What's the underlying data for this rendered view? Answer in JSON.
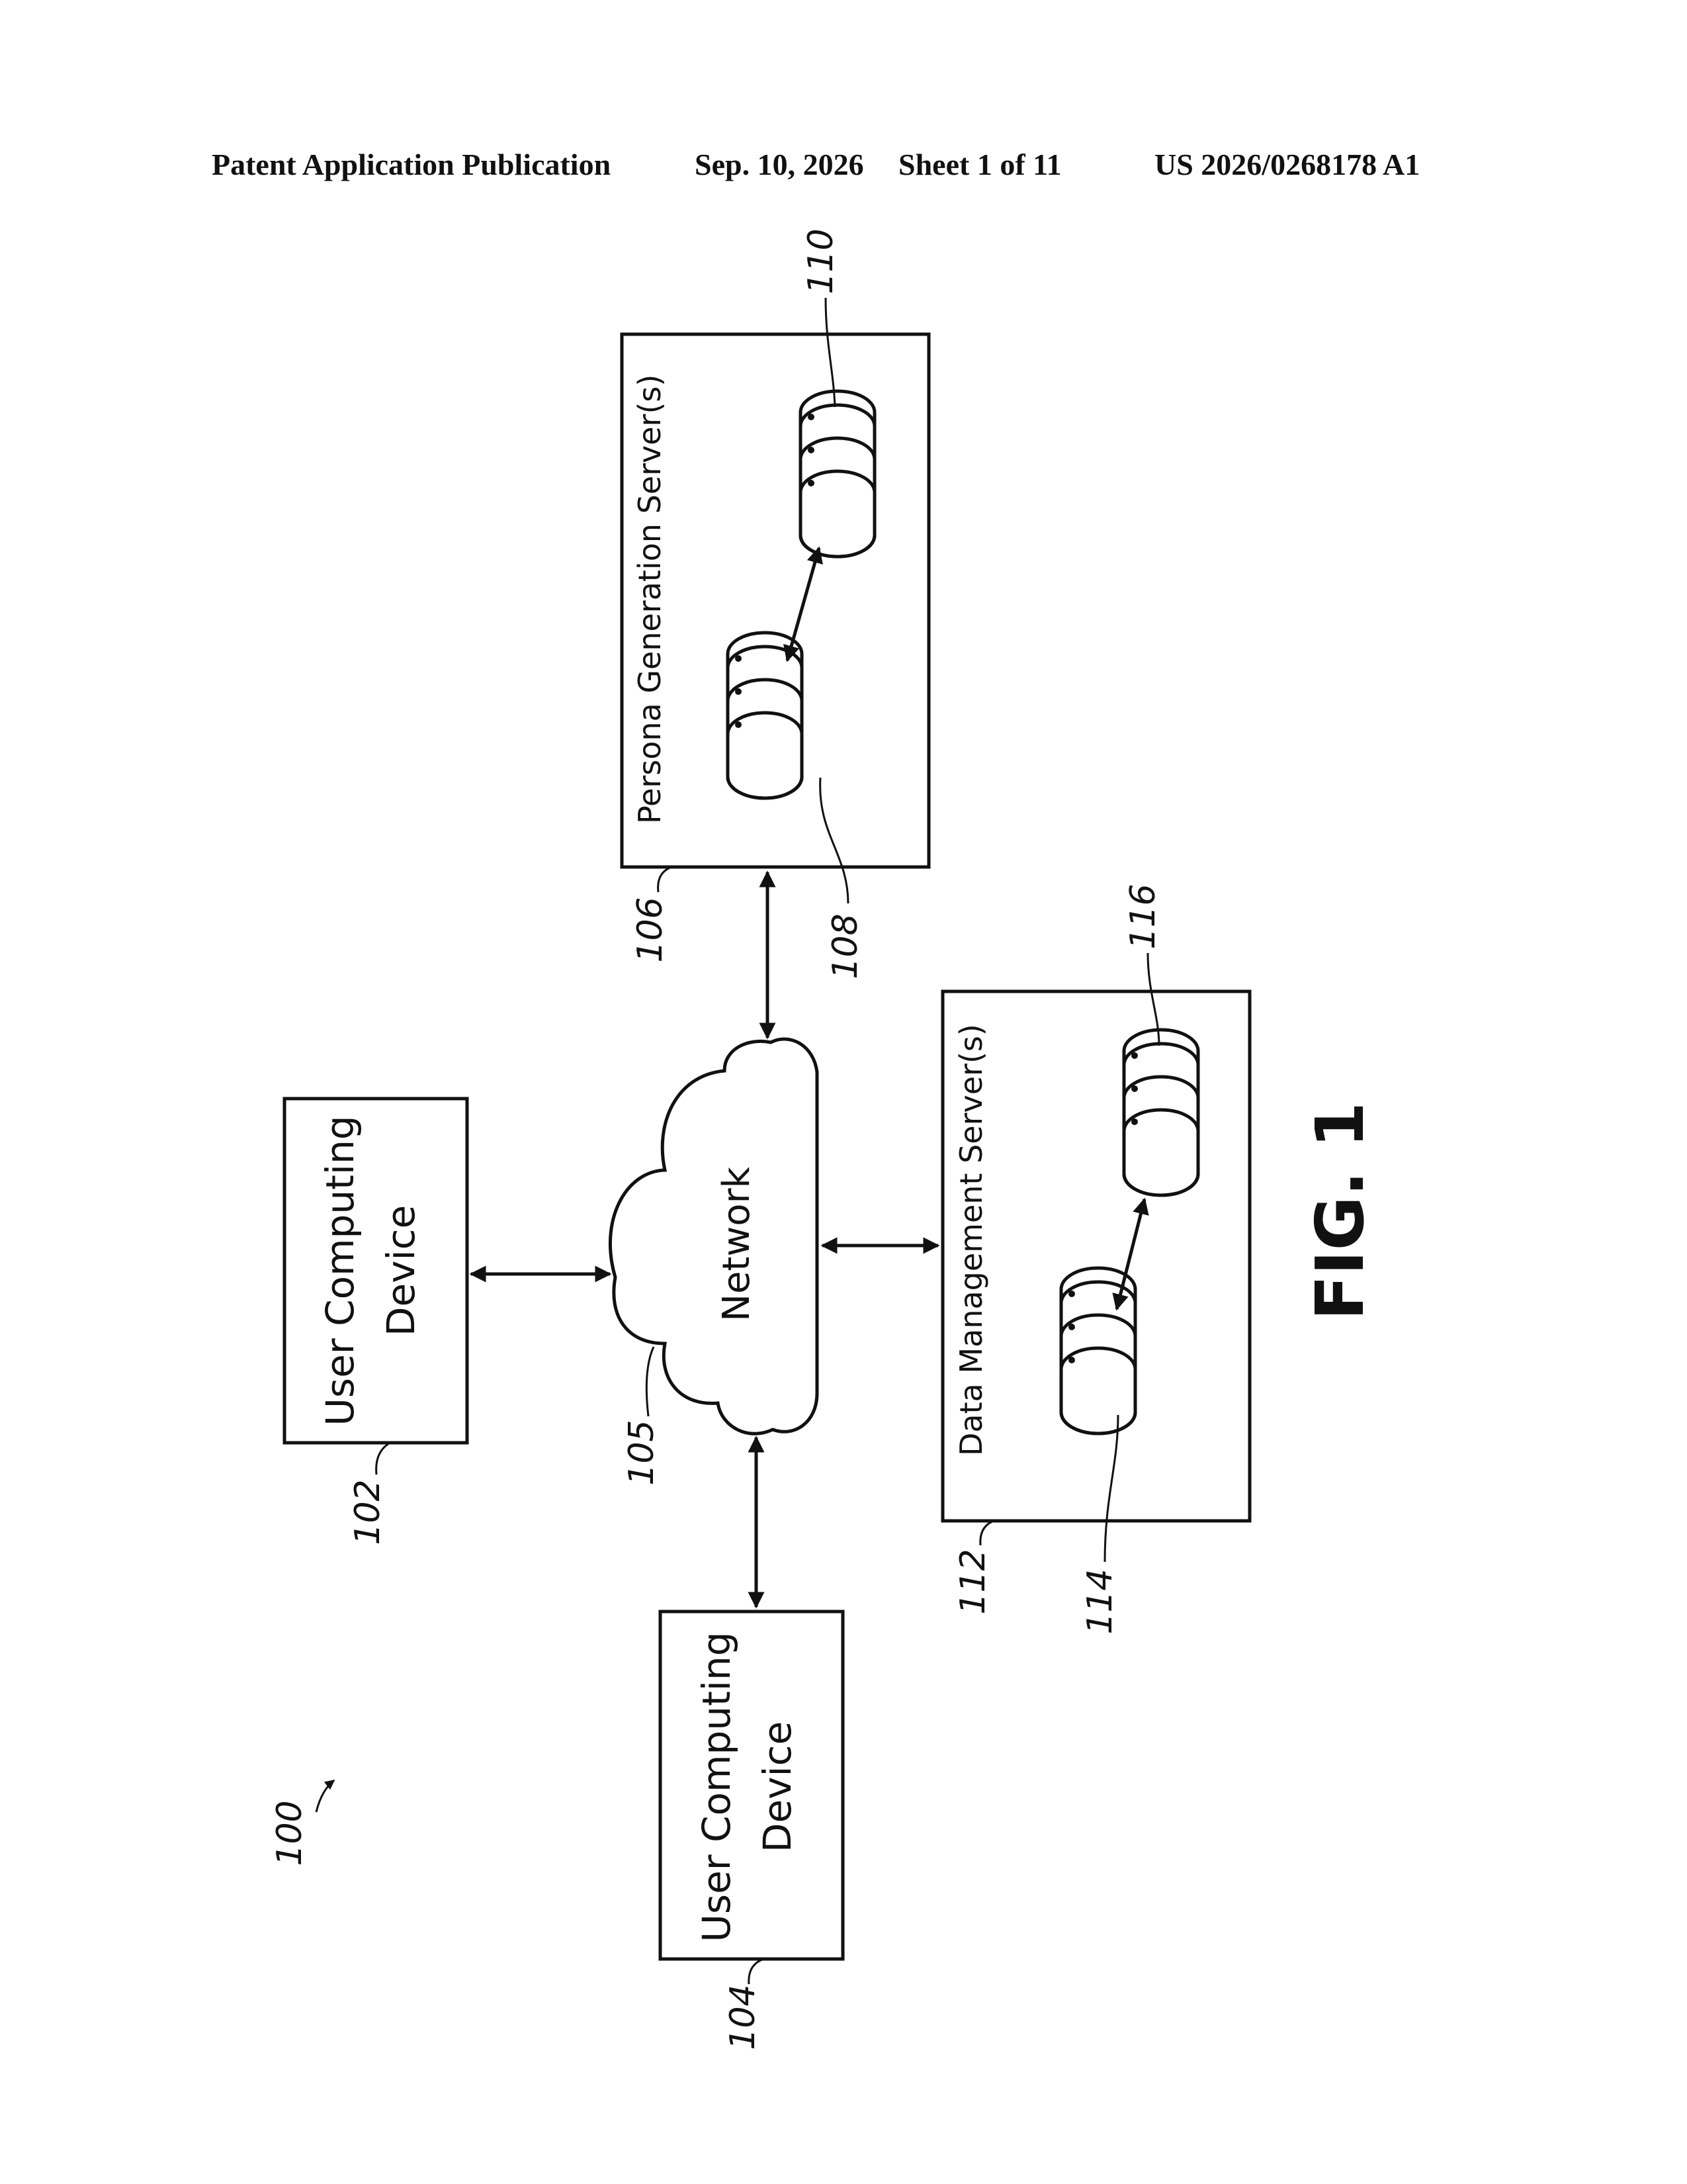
{
  "header": {
    "publication": "Patent Application Publication",
    "date": "Sep. 10, 2026",
    "sheet": "Sheet 1 of 11",
    "number": "US 2026/0268178 A1"
  },
  "figure": {
    "caption": "FIG. 1",
    "system_ref": "100",
    "nodes": {
      "user_device_1": {
        "line1": "User Computing",
        "line2": "Device",
        "ref": "102"
      },
      "user_device_2": {
        "line1": "User Computing",
        "line2": "Device",
        "ref": "104"
      },
      "network": {
        "label": "Network",
        "ref": "105"
      },
      "persona_server": {
        "label": "Persona Generation Server(s)",
        "ref": "106",
        "db1_ref": "108",
        "db2_ref": "110"
      },
      "data_server": {
        "label": "Data Management Server(s)",
        "ref": "112",
        "db1_ref": "114",
        "db2_ref": "116"
      }
    }
  }
}
